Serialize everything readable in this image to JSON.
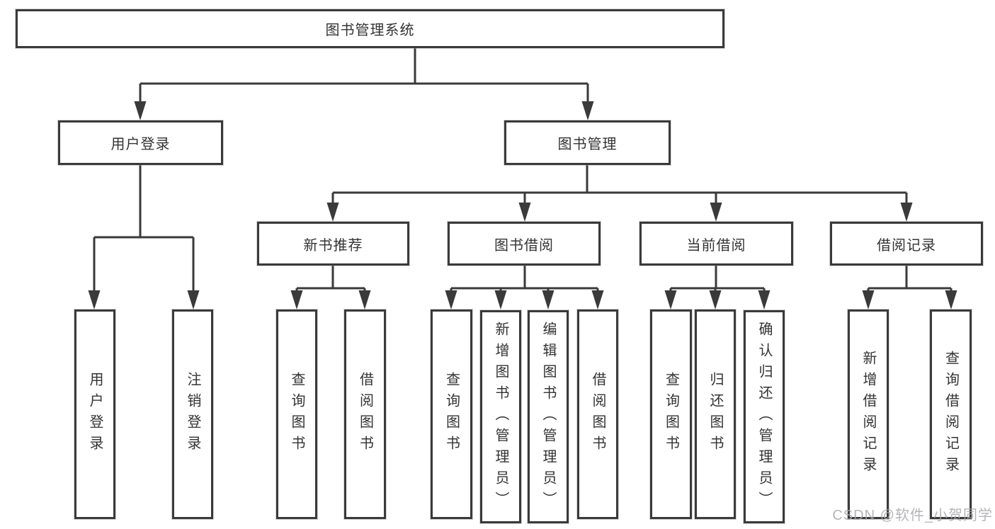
{
  "colors": {
    "line": "#3a3a3a",
    "text": "#333333",
    "box_bg": "#ffffff",
    "watermark": "#a9a9ad"
  },
  "watermark": {
    "text": "CSDN @软件_小贺同学"
  },
  "tree": {
    "root": {
      "label": "图书管理系统",
      "children": [
        {
          "label": "用户登录",
          "children": [
            {
              "label": "用户登录"
            },
            {
              "label": "注销登录"
            }
          ]
        },
        {
          "label": "图书管理",
          "children": [
            {
              "label": "新书推荐",
              "children": [
                {
                  "label": "查询图书"
                },
                {
                  "label": "借阅图书"
                }
              ]
            },
            {
              "label": "图书借阅",
              "children": [
                {
                  "label": "查询图书"
                },
                {
                  "label": "新增图书（管理员）"
                },
                {
                  "label": "编辑图书（管理员）"
                },
                {
                  "label": "借阅图书"
                }
              ]
            },
            {
              "label": "当前借阅",
              "children": [
                {
                  "label": "查询图书"
                },
                {
                  "label": "归还图书"
                },
                {
                  "label": "确认归还（管理员）"
                }
              ]
            },
            {
              "label": "借阅记录",
              "children": [
                {
                  "label": "新增借阅记录"
                },
                {
                  "label": "查询借阅记录"
                }
              ]
            }
          ]
        }
      ]
    }
  }
}
